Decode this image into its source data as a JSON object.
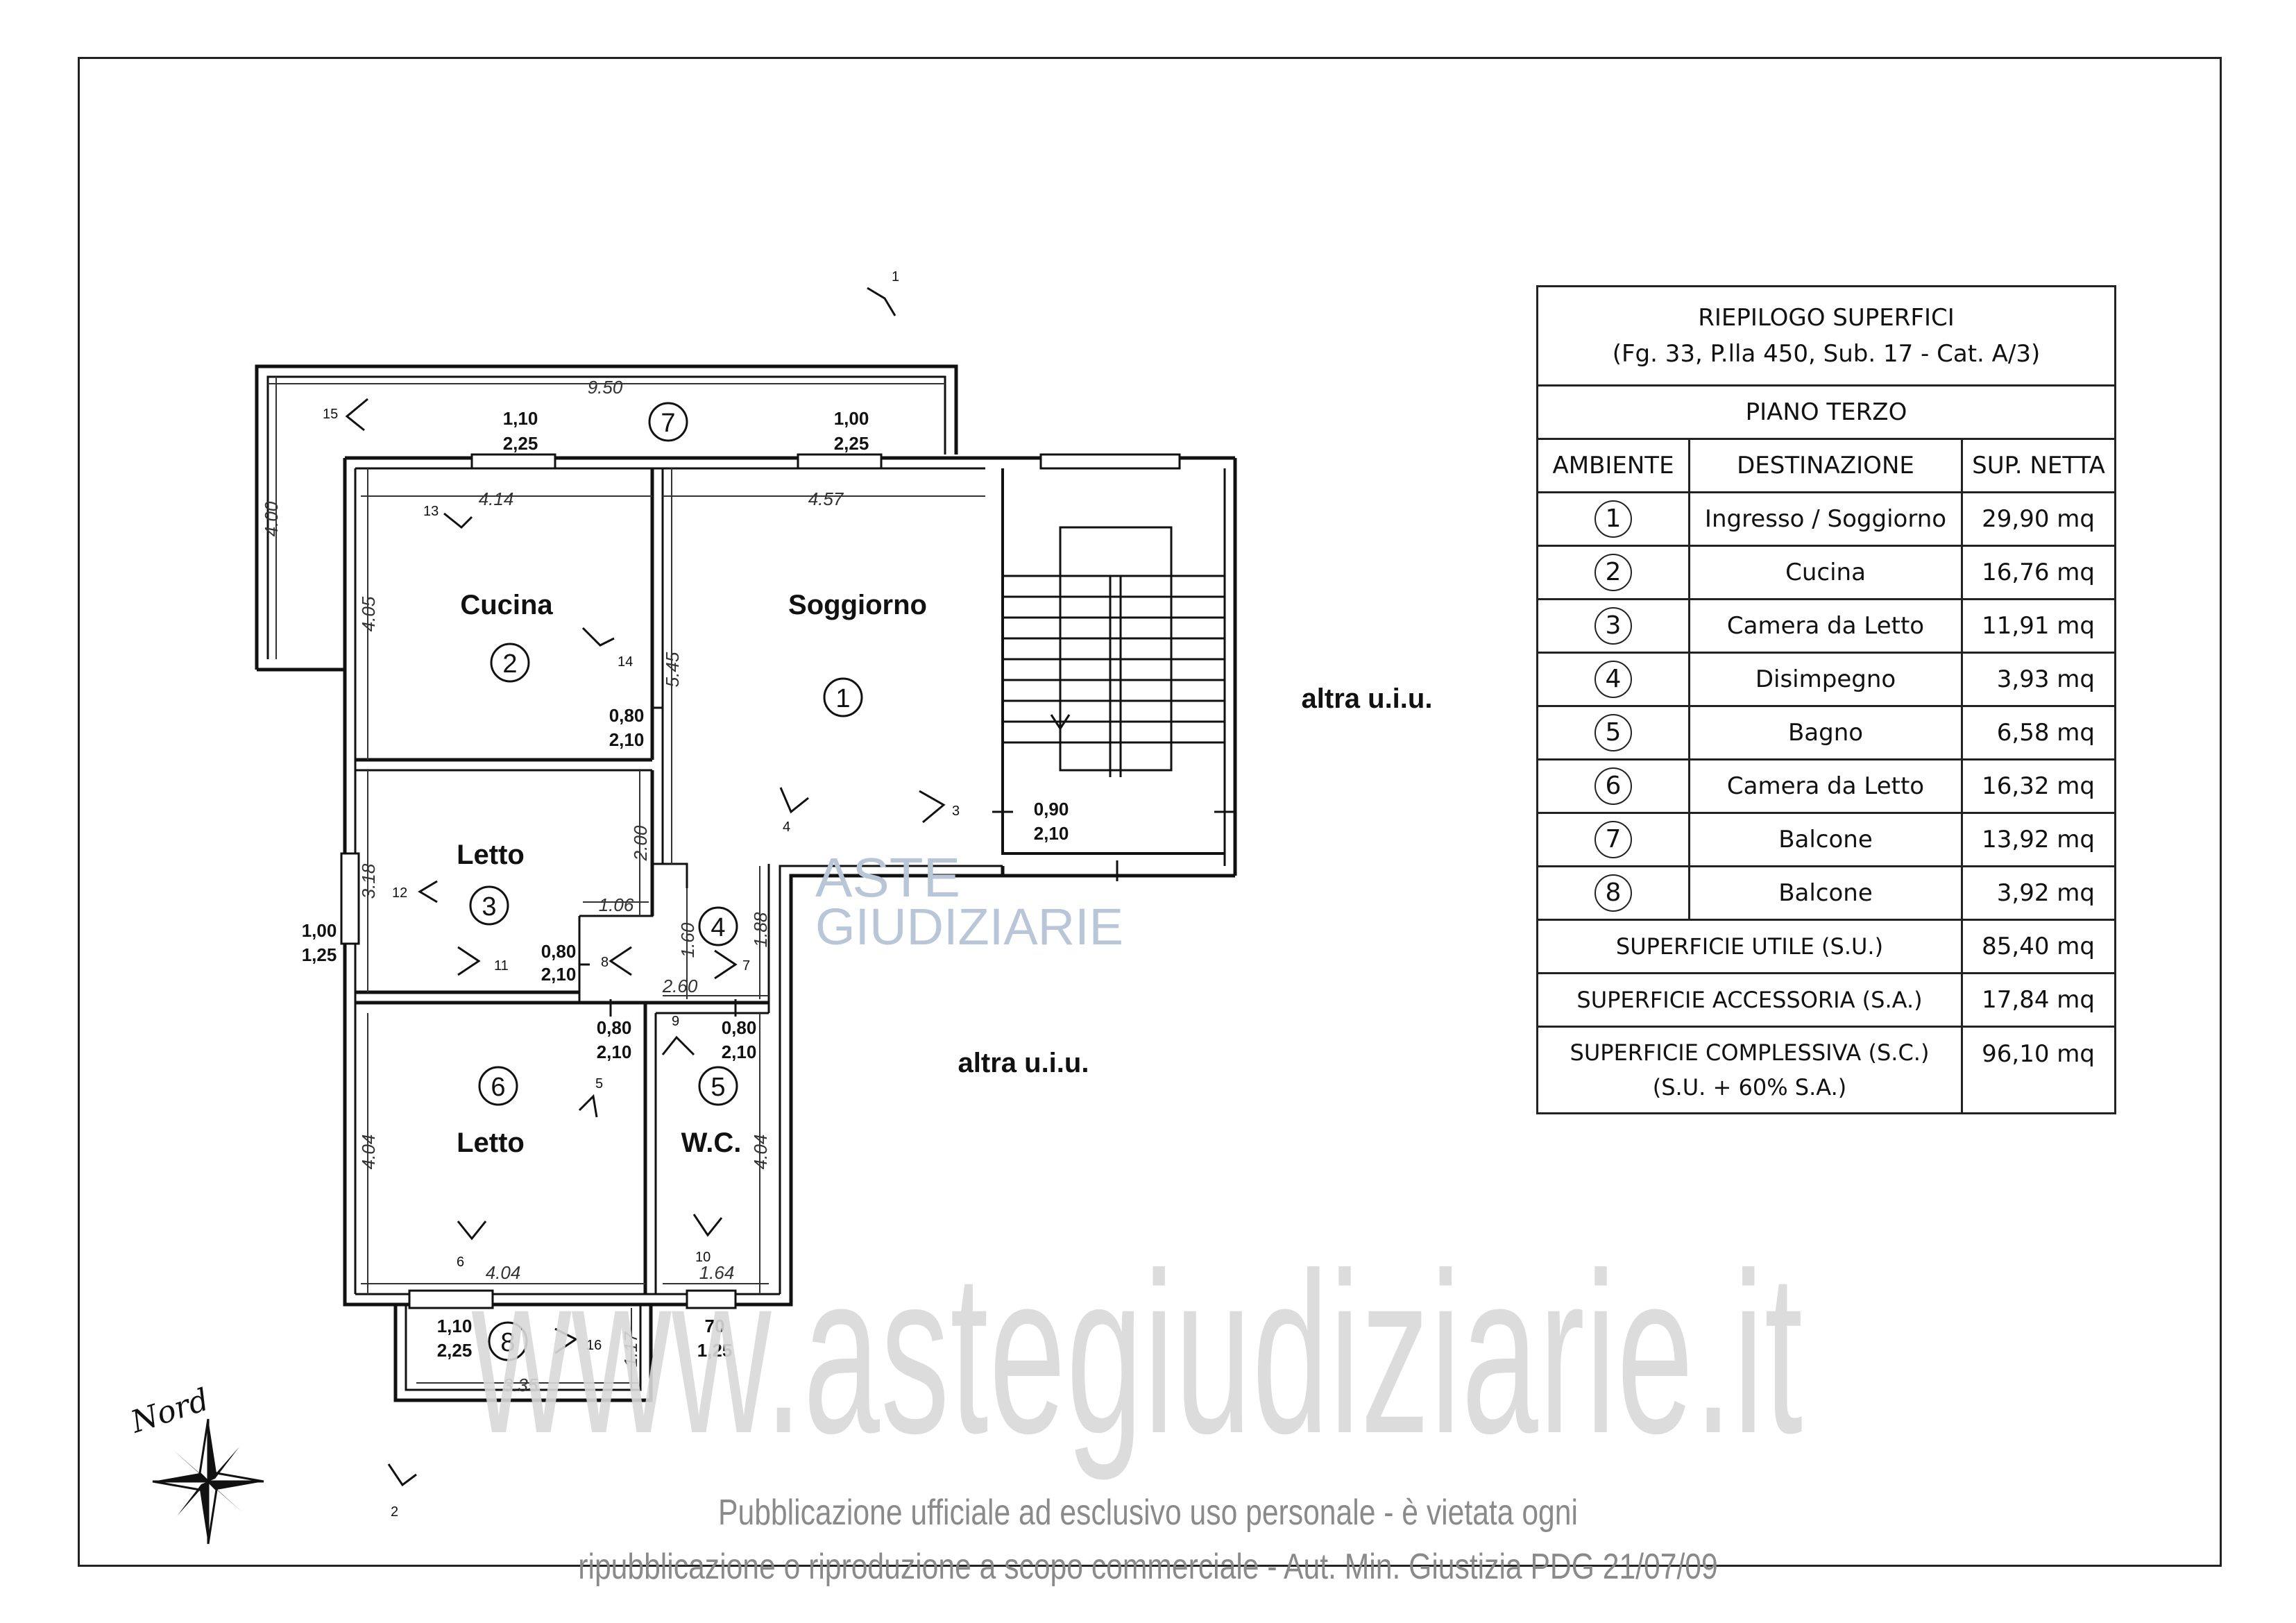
{
  "plan": {
    "rooms": {
      "cucina": "Cucina",
      "soggiorno": "Soggiorno",
      "letto3": "Letto",
      "letto6": "Letto",
      "wc": "W.C.",
      "altra1": "altra u.i.u.",
      "altra2": "altra u.i.u."
    },
    "markers": [
      "1",
      "2",
      "3",
      "4",
      "5",
      "6",
      "7",
      "8"
    ],
    "dims": {
      "d950": "9.50",
      "d400": "4.00",
      "d414": "4.14",
      "d457": "4.57",
      "d405": "4.05",
      "d545": "5.45",
      "d318": "3.18",
      "d200": "2.00",
      "d106": "1.06",
      "d160": "1.60",
      "d188": "1.88",
      "d260": "2.60",
      "d404a": "4.04",
      "d404b": "4.04",
      "d404c": "4.04",
      "d164": "1.64",
      "d335": "3.35",
      "d117": "1.17"
    },
    "openings": {
      "o1a": "1,10",
      "o1b": "2,25",
      "o2a": "1,00",
      "o2b": "2,25",
      "o3a": "0,80",
      "o3b": "2,10",
      "o4a": "0,90",
      "o4b": "2,10",
      "o5a": "1,00",
      "o5b": "1,25",
      "o6a": "0,80",
      "o6b": "2,10",
      "o7a": "0,80",
      "o7b": "2,10",
      "o8a": "0,80",
      "o8b": "2,10",
      "o9a": "1,10",
      "o9b": "2,25",
      "o10a": "70",
      "o10b": "1,25"
    },
    "views": {
      "v1": "1",
      "v2": "2",
      "v3": "3",
      "v4": "4",
      "v5": "5",
      "v6": "6",
      "v7": "7",
      "v8": "8",
      "v9": "9",
      "v10": "10",
      "v11": "11",
      "v12": "12",
      "v13": "13",
      "v14": "14",
      "v15": "15",
      "v16": "16"
    },
    "north": "Nord"
  },
  "summary": {
    "title_line1": "RIEPILOGO SUPERFICI",
    "title_line2": "(Fg. 33, P.lla 450, Sub. 17 - Cat. A/3)",
    "floor": "PIANO TERZO",
    "headers": [
      "AMBIENTE",
      "DESTINAZIONE",
      "SUP. NETTA"
    ],
    "rows": [
      {
        "n": "1",
        "dest": "Ingresso / Soggiorno",
        "sup": "29,90 mq"
      },
      {
        "n": "2",
        "dest": "Cucina",
        "sup": "16,76 mq"
      },
      {
        "n": "3",
        "dest": "Camera da Letto",
        "sup": "11,91 mq"
      },
      {
        "n": "4",
        "dest": "Disimpegno",
        "sup": "3,93 mq"
      },
      {
        "n": "5",
        "dest": "Bagno",
        "sup": "6,58 mq"
      },
      {
        "n": "6",
        "dest": "Camera da Letto",
        "sup": "16,32 mq"
      },
      {
        "n": "7",
        "dest": "Balcone",
        "sup": "13,92 mq"
      },
      {
        "n": "8",
        "dest": "Balcone",
        "sup": "3,92 mq"
      }
    ],
    "su_label": "SUPERFICIE UTILE (S.U.)",
    "su_value": "85,40 mq",
    "sa_label": "SUPERFICIE ACCESSORIA (S.A.)",
    "sa_value": "17,84 mq",
    "sc_label1": "SUPERFICIE COMPLESSIVA (S.C.)",
    "sc_label2": "(S.U. + 60% S.A.)",
    "sc_value": "96,10 mq"
  },
  "watermark": {
    "site": "www.astegiudiziarie.it",
    "logo_line1": "ASTE",
    "logo_line2": "GIUDIZIARIE",
    "disclaimer1": "Pubblicazione ufficiale ad esclusivo uso personale - è vietata ogni",
    "disclaimer2": "ripubblicazione o riproduzione a scopo commerciale - Aut. Min. Giustizia PDG 21/07/09"
  }
}
